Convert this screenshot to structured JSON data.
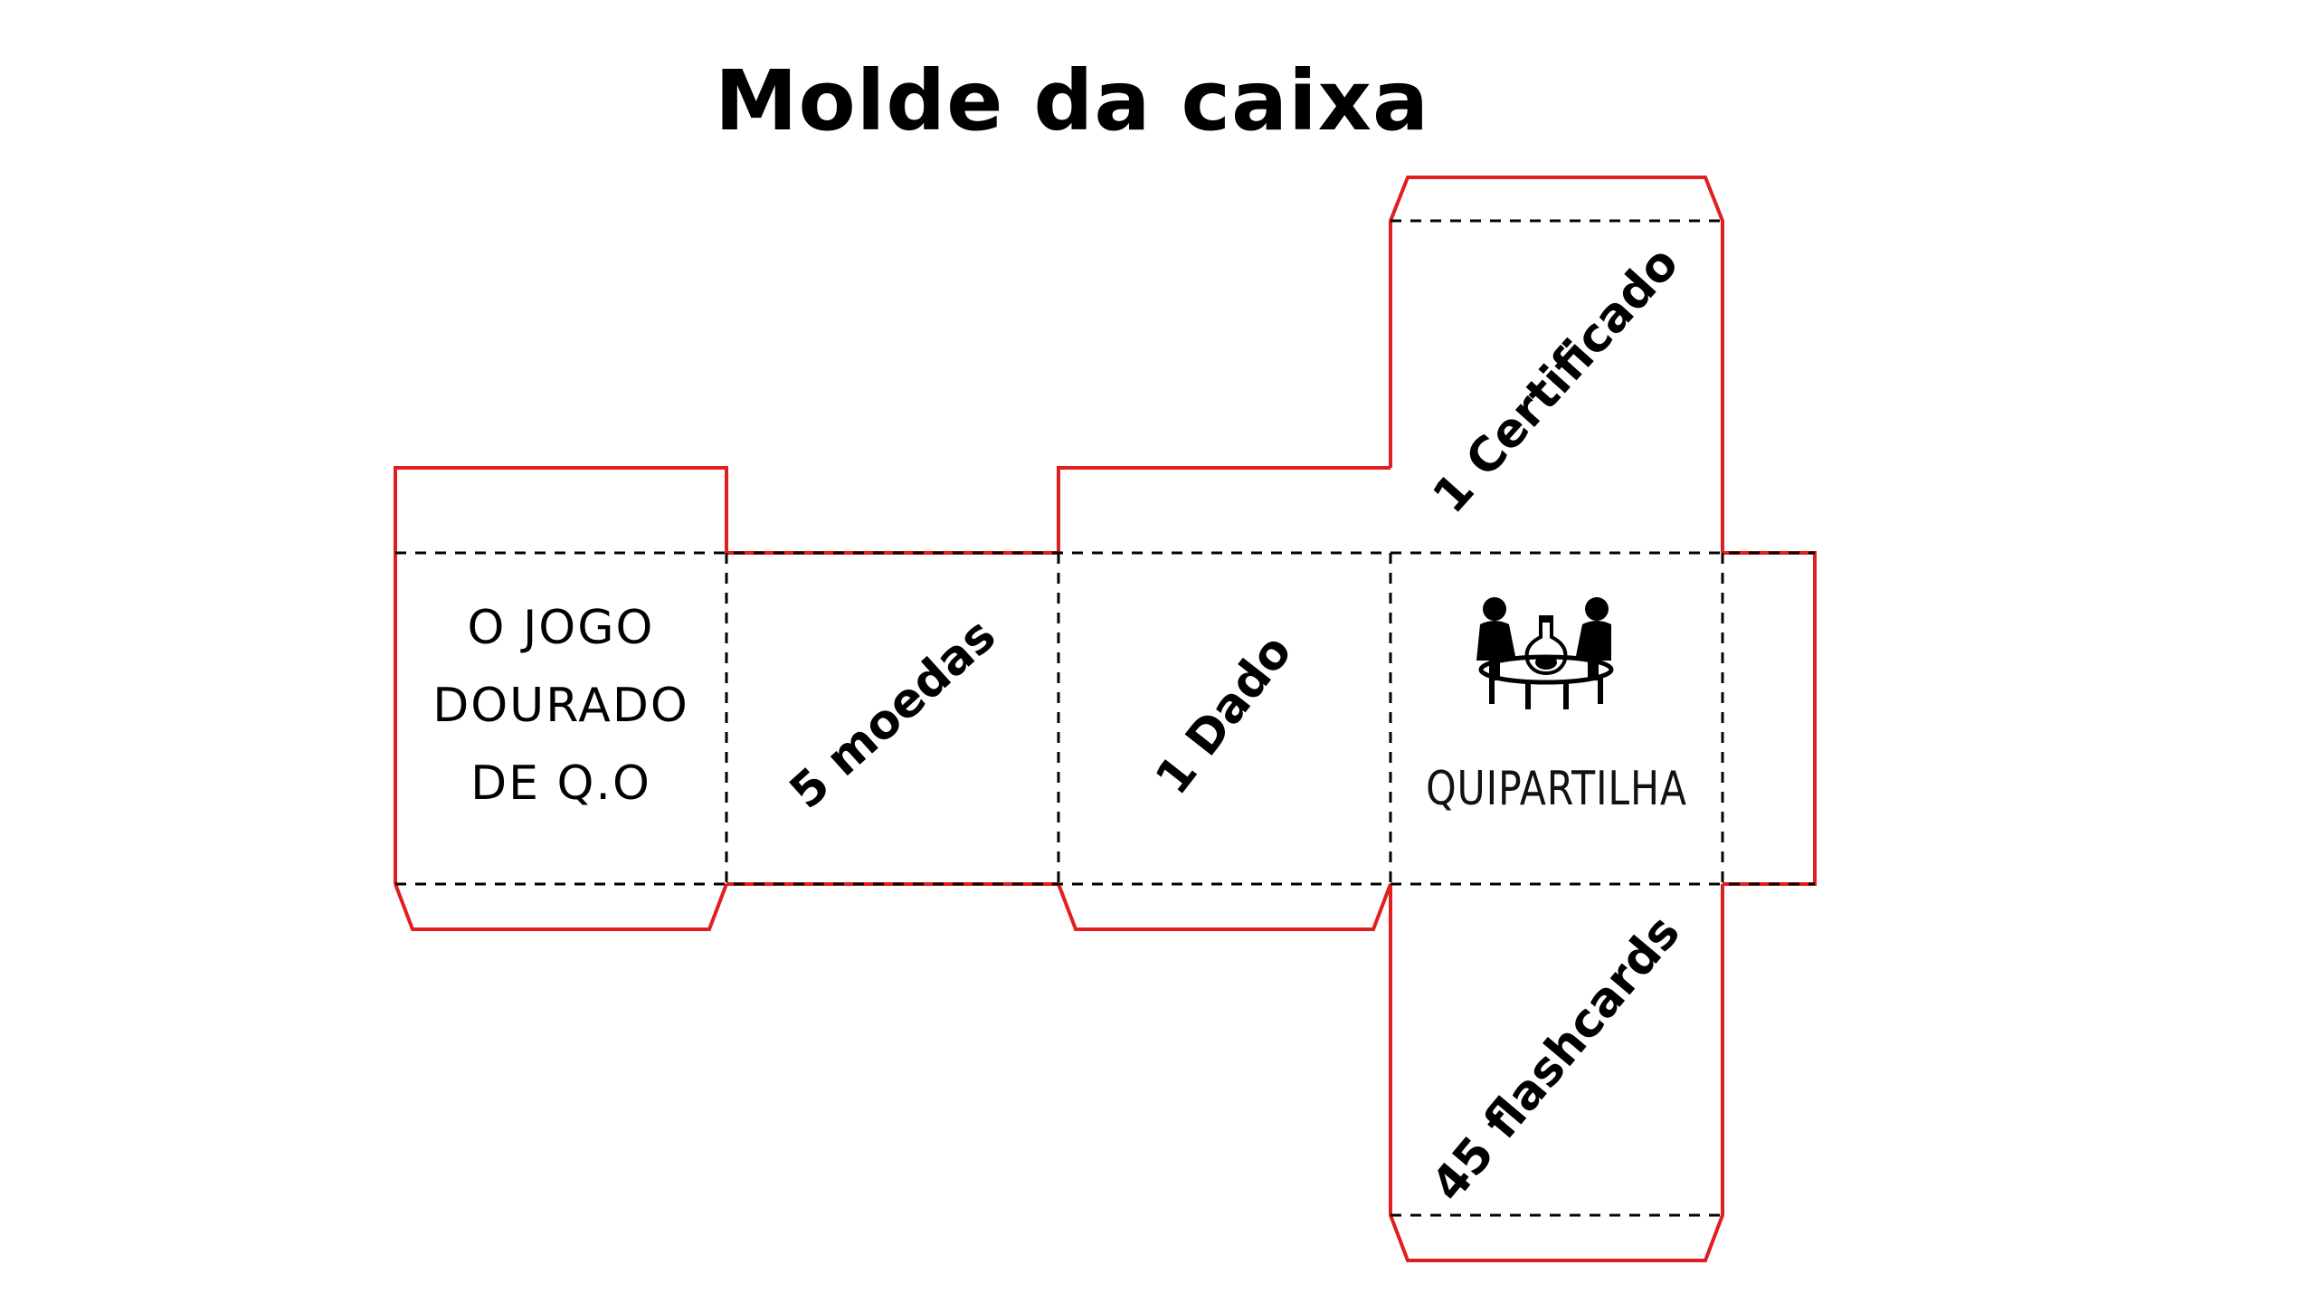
{
  "title": "Molde da caixa",
  "faces": {
    "front": {
      "lines": [
        "O JOGO",
        "DOURADO",
        "DE Q.O"
      ]
    },
    "side1": {
      "label": "5 moedas"
    },
    "back": {
      "label": "1 Dado"
    },
    "top": {
      "label": "1 Certificado"
    },
    "logo": {
      "brand": "QUIPARTILHA",
      "icon": "people-around-table-flask-icon"
    },
    "bottom": {
      "label": "45 flashcards"
    }
  },
  "colors": {
    "cut_line": "#e02020",
    "fold_line": "#000000",
    "text": "#000000"
  }
}
